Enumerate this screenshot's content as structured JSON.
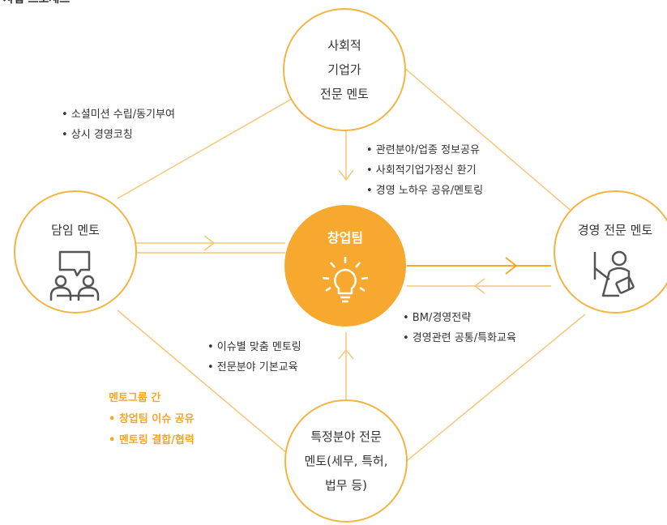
{
  "page_title": "사업 프로세스",
  "center": {
    "label": "창업팀",
    "icon": "lightbulb-icon"
  },
  "nodes": {
    "top": {
      "lines": [
        "사회적",
        "기업가",
        "전문 멘토"
      ]
    },
    "left": {
      "label": "담임 멘토",
      "icon": "mentoring-chat-icon"
    },
    "right": {
      "label": "경영 전문 멘토",
      "icon": "presenter-icon"
    },
    "bottom": {
      "lines": [
        "특정분야 전문",
        "멘토(세무, 특허,",
        "법무 등)"
      ]
    }
  },
  "annotations": {
    "top_left": [
      "• 소셜미션 수립/동기부여",
      "• 상시 경영코칭"
    ],
    "top_right": [
      "• 관련분야/업종 정보공유",
      "• 사회적기업가정신 환기",
      "• 경영 노하우 공유/멘토링"
    ],
    "bottom_right": [
      "• BM/경영전략",
      "• 경영관련 공통/특화교육"
    ],
    "bottom_center": [
      "• 이슈별 맞춤 멘토링",
      "• 전문분야 기본교육"
    ],
    "bottom_left_heading": "멘토그룹 간",
    "bottom_left": [
      "• 창업팀 이슈 공유",
      "• 멘토링 결합/협력"
    ]
  },
  "colors": {
    "accent": "#f7a82f",
    "line": "#f2c46e",
    "text": "#333333",
    "highlight": "#f5a623"
  }
}
